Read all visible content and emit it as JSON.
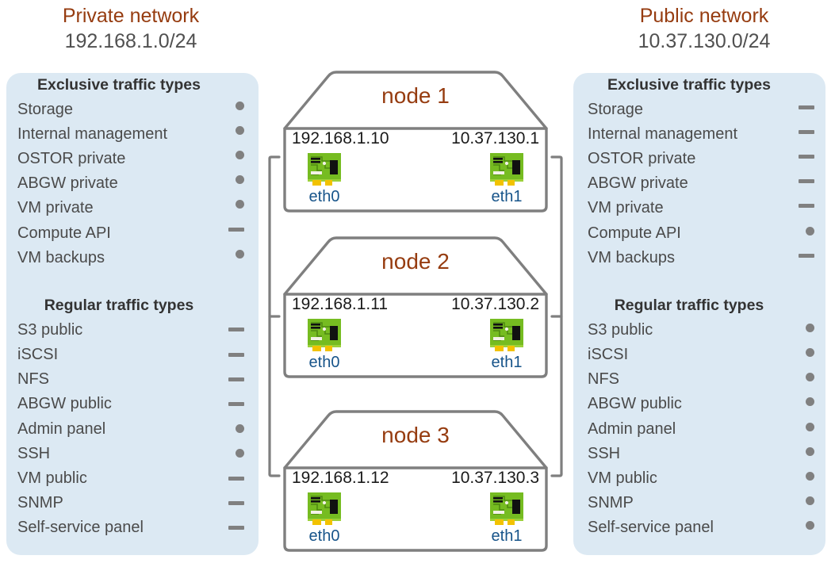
{
  "networks": {
    "left": {
      "title": "Private network",
      "cidr": "192.168.1.0/24",
      "exclusive_title": "Exclusive traffic types",
      "regular_title": "Regular traffic types",
      "exclusive": [
        {
          "label": "Storage",
          "marker": "dot"
        },
        {
          "label": "Internal management",
          "marker": "dot"
        },
        {
          "label": "OSTOR private",
          "marker": "dot"
        },
        {
          "label": "ABGW private",
          "marker": "dot"
        },
        {
          "label": "VM private",
          "marker": "dot"
        },
        {
          "label": "Compute API",
          "marker": "dash"
        },
        {
          "label": "VM backups",
          "marker": "dot"
        }
      ],
      "regular": [
        {
          "label": "S3 public",
          "marker": "dash"
        },
        {
          "label": "iSCSI",
          "marker": "dash"
        },
        {
          "label": "NFS",
          "marker": "dash"
        },
        {
          "label": "ABGW public",
          "marker": "dash"
        },
        {
          "label": "Admin panel",
          "marker": "dot"
        },
        {
          "label": "SSH",
          "marker": "dot"
        },
        {
          "label": "VM public",
          "marker": "dash"
        },
        {
          "label": "SNMP",
          "marker": "dash"
        },
        {
          "label": "Self-service panel",
          "marker": "dash"
        }
      ]
    },
    "right": {
      "title": "Public network",
      "cidr": "10.37.130.0/24",
      "exclusive_title": "Exclusive traffic types",
      "regular_title": "Regular traffic types",
      "exclusive": [
        {
          "label": "Storage",
          "marker": "dash"
        },
        {
          "label": "Internal management",
          "marker": "dash"
        },
        {
          "label": "OSTOR private",
          "marker": "dash"
        },
        {
          "label": "ABGW private",
          "marker": "dash"
        },
        {
          "label": "VM private",
          "marker": "dash"
        },
        {
          "label": "Compute API",
          "marker": "dot"
        },
        {
          "label": "VM backups",
          "marker": "dash"
        }
      ],
      "regular": [
        {
          "label": "S3 public",
          "marker": "dot"
        },
        {
          "label": "iSCSI",
          "marker": "dot"
        },
        {
          "label": "NFS",
          "marker": "dot"
        },
        {
          "label": "ABGW public",
          "marker": "dot"
        },
        {
          "label": "Admin panel",
          "marker": "dot"
        },
        {
          "label": "SSH",
          "marker": "dot"
        },
        {
          "label": "VM public",
          "marker": "dot"
        },
        {
          "label": "SNMP",
          "marker": "dot"
        },
        {
          "label": "Self-service panel",
          "marker": "dot"
        }
      ]
    }
  },
  "nodes": [
    {
      "name": "node 1",
      "left_ip": "192.168.1.10",
      "right_ip": "10.37.130.1",
      "left_nic": "eth0",
      "right_nic": "eth1",
      "nic_icon": "network-card-icon"
    },
    {
      "name": "node 2",
      "left_ip": "192.168.1.11",
      "right_ip": "10.37.130.2",
      "left_nic": "eth0",
      "right_nic": "eth1",
      "nic_icon": "network-card-icon"
    },
    {
      "name": "node 3",
      "left_ip": "192.168.1.12",
      "right_ip": "10.37.130.3",
      "left_nic": "eth0",
      "right_nic": "eth1",
      "nic_icon": "network-card-icon"
    }
  ],
  "colors": {
    "network_title": "#963C10",
    "node_title": "#963C10",
    "panel_bg": "#DCE9F3",
    "marker": "#808080",
    "node_outline": "#7F7F7F",
    "nic_label": "#17548A",
    "nic_board": "#76BC21",
    "nic_chip": "#111111",
    "nic_pins": "#F2C200"
  }
}
